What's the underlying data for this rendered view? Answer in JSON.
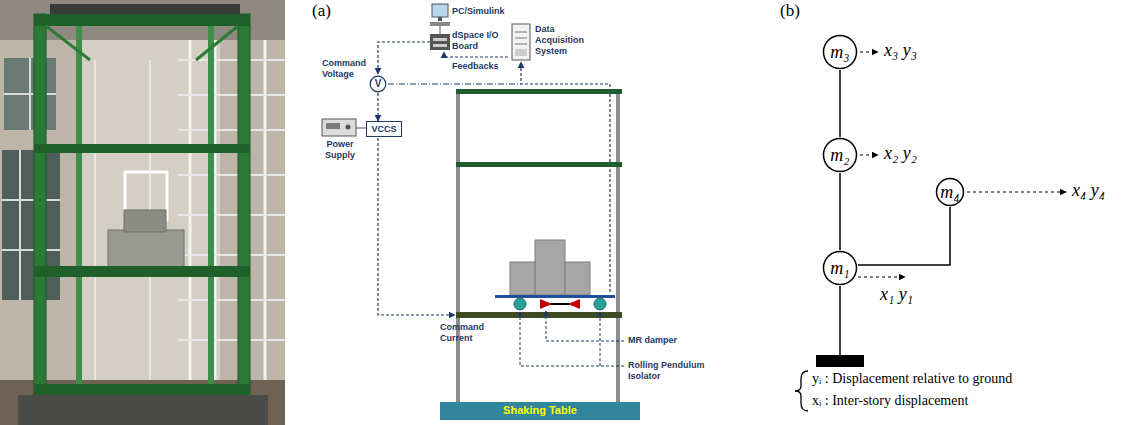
{
  "diagram": {
    "nodes": [
      {
        "text": [
          "V"
        ]
      },
      {
        "text": [
          "VCCS"
        ]
      },
      {
        "text": [
          "Shaking Table"
        ]
      },
      {
        "text": [
          "m₃"
        ]
      },
      {
        "text": [
          "m₂"
        ]
      },
      {
        "text": [
          "m₄"
        ]
      },
      {
        "text": [
          "m₁"
        ]
      }
    ],
    "edges": [
      {
        "from": 0,
        "to": 1,
        "arrow": "to"
      },
      {
        "from": 3,
        "to": 4,
        "arrow": "none"
      },
      {
        "from": 4,
        "to": 6,
        "arrow": "none"
      },
      {
        "from": 6,
        "to": 5,
        "arrow": "none"
      }
    ],
    "labels": [
      "(a)",
      "PC/Simulink",
      "dSpace I/O Board",
      "Data Acquisition System",
      "Command Voltage",
      "Feedbacks",
      "Power Supply",
      "Command Current",
      "MR damper",
      "Rolling Pendulum Isolator",
      "(b)",
      "x₃ y₃",
      "x₂ y₂",
      "x₄ y₄",
      "x₁ y₁",
      "yᵢ : Displacement relative to ground",
      "xᵢ : Inter-story displacement"
    ]
  }
}
